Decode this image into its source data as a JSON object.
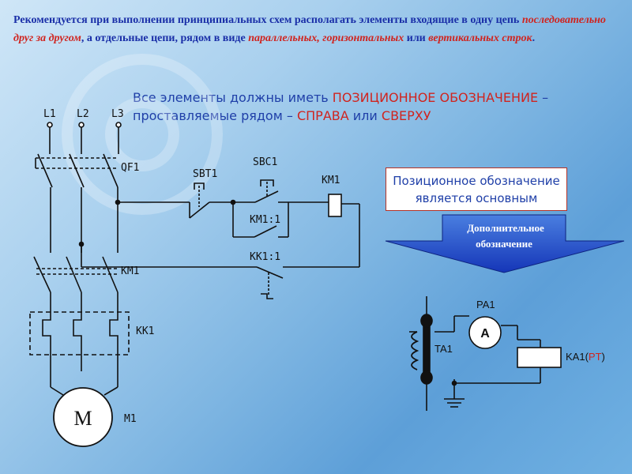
{
  "intro": {
    "p1": "Рекомендуется при выполнении принципиальных схем располагать элементы входящие в одну цепь",
    "p2_hl": "последовательно друг за другом",
    "p3": ", а отдельные цепи, рядом в виде",
    "p4_hl": "параллельных, горизонтальных",
    "p5": "или",
    "p6_hl": "вертикальных строк",
    "p7": "."
  },
  "note": {
    "t1": "Все элементы должны иметь ",
    "t2_red": "ПОЗИЦИОННОЕ ОБОЗНАЧЕНИЕ",
    "t3": " – проставляемые рядом – ",
    "t4_red": "СПРАВА",
    "t5": " или ",
    "t6_red": "СВЕРХУ"
  },
  "box": {
    "line1": "Позиционное обозначение",
    "line2": "является основным"
  },
  "arrow": {
    "line1": "Дополнительное",
    "line2": "обозначение"
  },
  "circuit_labels": {
    "l1": "L1",
    "l2": "L2",
    "l3": "L3",
    "qf1": "QF1",
    "sbt1": "SBT1",
    "sbc1": "SBC1",
    "km1_coil": "KM1",
    "km1_contact": "KM1:1",
    "kk1_contact": "KK1:1",
    "km1_main": "KM1",
    "kk1": "KK1",
    "motor": "M",
    "m1": "M1"
  },
  "meter_labels": {
    "pa1": "PA1",
    "ammeter": "A",
    "ta1": "TA1",
    "ka1": "KA1(",
    "ka1_red": "PT",
    "ka1_close": ")"
  }
}
